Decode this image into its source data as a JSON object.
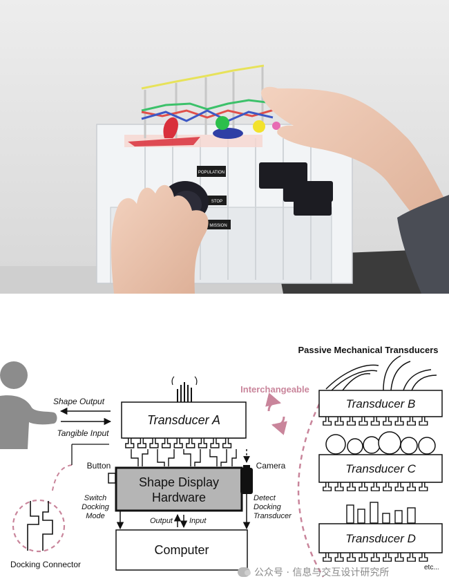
{
  "photo": {
    "labels": [
      "POPULATION",
      "STOP",
      "MISSION"
    ]
  },
  "diagram": {
    "passive_title": "Passive Mechanical Transducers",
    "interchangeable": "Interchangeable",
    "shape_output": "Shape Output",
    "tangible_input": "Tangible Input",
    "transducer_a": "Transducer A",
    "transducer_b": "Transducer B",
    "transducer_c": "Transducer C",
    "transducer_d": "Transducer D",
    "button": "Button",
    "camera": "Camera",
    "shape_display_line1": "Shape Display",
    "shape_display_line2": "Hardware",
    "switch_line1": "Switch",
    "switch_line2": "Docking",
    "switch_line3": "Mode",
    "detect_line1": "Detect",
    "detect_line2": "Docking",
    "detect_line3": "Transducer",
    "output": "Output",
    "input": "Input",
    "computer": "Computer",
    "docking_connector": "Docking Connector",
    "etc": "etc..."
  },
  "watermark": "公众号 · 信息与交互设计研究所",
  "colors": {
    "accent_pink": "#c9859b",
    "display_gray": "#b5b5b5",
    "person_gray": "#8c8c8c"
  }
}
